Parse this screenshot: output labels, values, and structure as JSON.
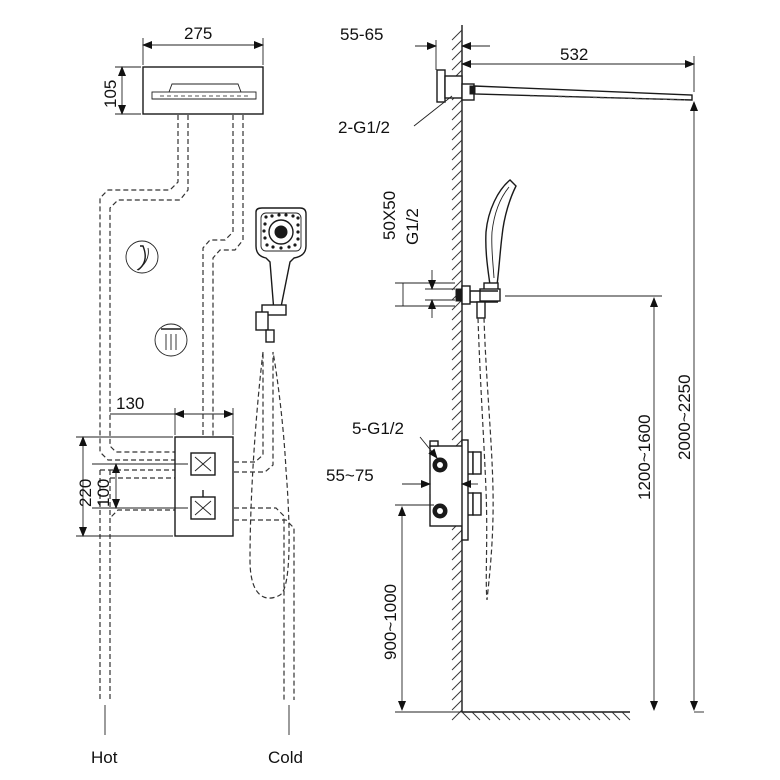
{
  "dimensions": {
    "head_width": "275",
    "head_height": "105",
    "valve_width": "130",
    "valve_height": "220",
    "valve_spacing": "100",
    "wall_offset": "55-65",
    "arm_length": "532",
    "arm_thread": "2-G1/2",
    "outlet_size": "50X50",
    "outlet_thread": "G1/2",
    "valve_threads": "5-G1/2",
    "valve_depth": "55~75",
    "valve_floor_height": "900~1000",
    "outlet_floor_height": "1200~1600",
    "head_floor_height": "2000~2250"
  },
  "labels": {
    "hot": "Hot",
    "cold": "Cold"
  },
  "icons": {
    "handshower_symbol": "handshower-icon",
    "rainshower_symbol": "rain-shower-icon"
  }
}
